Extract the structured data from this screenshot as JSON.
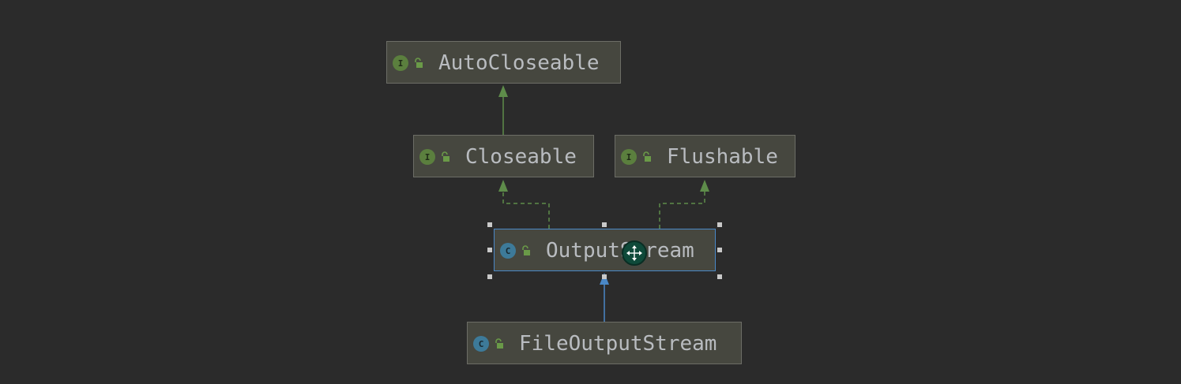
{
  "diagram": {
    "nodes": [
      {
        "id": "autocloseable",
        "kind": "interface",
        "badge": "I",
        "label": "AutoCloseable"
      },
      {
        "id": "closeable",
        "kind": "interface",
        "badge": "I",
        "label": "Closeable"
      },
      {
        "id": "flushable",
        "kind": "interface",
        "badge": "I",
        "label": "Flushable"
      },
      {
        "id": "outputstream",
        "kind": "class",
        "badge": "C",
        "label": "OutputStream",
        "selected": true
      },
      {
        "id": "fileoutputstream",
        "kind": "class",
        "badge": "C",
        "label": "FileOutputStream"
      }
    ],
    "edges": [
      {
        "from": "closeable",
        "to": "autocloseable",
        "relation": "extends"
      },
      {
        "from": "outputstream",
        "to": "closeable",
        "relation": "implements"
      },
      {
        "from": "outputstream",
        "to": "flushable",
        "relation": "implements"
      },
      {
        "from": "fileoutputstream",
        "to": "outputstream",
        "relation": "extends"
      }
    ]
  },
  "colors": {
    "background": "#2b2b2b",
    "node_fill": "#46473f",
    "interface_edge": "#5e8c4a",
    "class_edge": "#4a88c7",
    "selection_border": "#4a88c7",
    "interface_badge": "#5b7f3e",
    "class_badge": "#3d7a99",
    "label_text": "#b9bcc0"
  },
  "icons": {
    "interface_badge": "interface-icon",
    "class_badge": "class-icon",
    "visibility": "unlocked-icon",
    "cursor": "move-cursor-icon"
  }
}
